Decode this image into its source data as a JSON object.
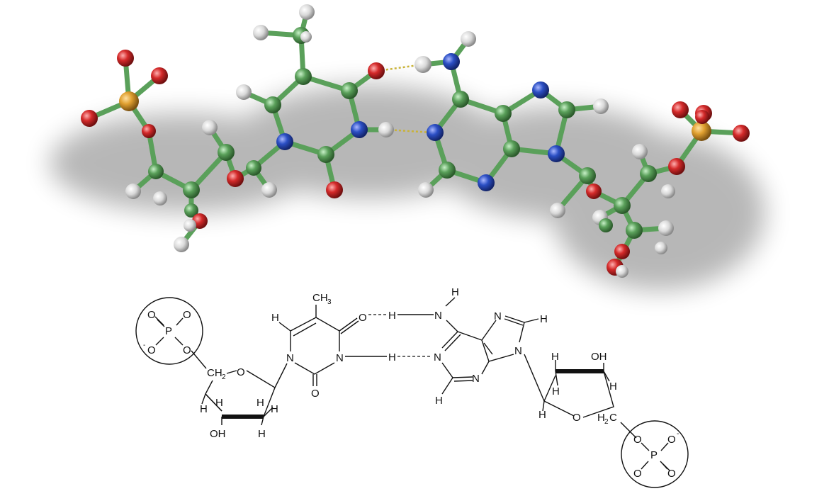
{
  "structural_formula": {
    "thymine": {
      "methyl": "CH",
      "methyl_sub": "3",
      "ring_N1": "N",
      "ring_N3": "N",
      "carbonyl_O4": "O",
      "carbonyl_O2": "O",
      "H6": "H"
    },
    "adenine": {
      "amine_N": "N",
      "amine_H_top": "H",
      "amine_H_bond": "H",
      "N1": "N",
      "N3": "N",
      "N7": "N",
      "N9": "N",
      "H2": "H",
      "H8": "H",
      "imide_H": "H"
    },
    "left_sugar": {
      "ring_O": "O",
      "CH2": "CH",
      "CH2_sub": "2",
      "OH": "OH",
      "H_a": "H",
      "H_b": "H",
      "H_c": "H",
      "H_d": "H"
    },
    "right_sugar": {
      "ring_O": "O",
      "CH2": "H",
      "CH2_tail": "C",
      "CH2_sub": "2",
      "OH": "OH",
      "H_a": "H",
      "H_b": "H",
      "H_c": "H",
      "H_d": "H"
    },
    "left_phosphate": {
      "P": "P",
      "O_top_left": "O",
      "O_top_right": "O",
      "O_bottom_left": "O",
      "O_bottom_right": "O",
      "charge": "-"
    },
    "right_phosphate": {
      "P": "P",
      "O_top_left": "O",
      "O_top_right": "O",
      "O_bottom_left": "O",
      "O_bottom_right": "O",
      "charge": "-"
    }
  },
  "atom_colors": {
    "carbon": "#5aa05a",
    "nitrogen": "#2b4fc4",
    "oxygen": "#d42a2a",
    "hydrogen": "#d8d8d8",
    "phosphorus": "#e0a030",
    "hydrogen_bond": "#c9b337"
  }
}
